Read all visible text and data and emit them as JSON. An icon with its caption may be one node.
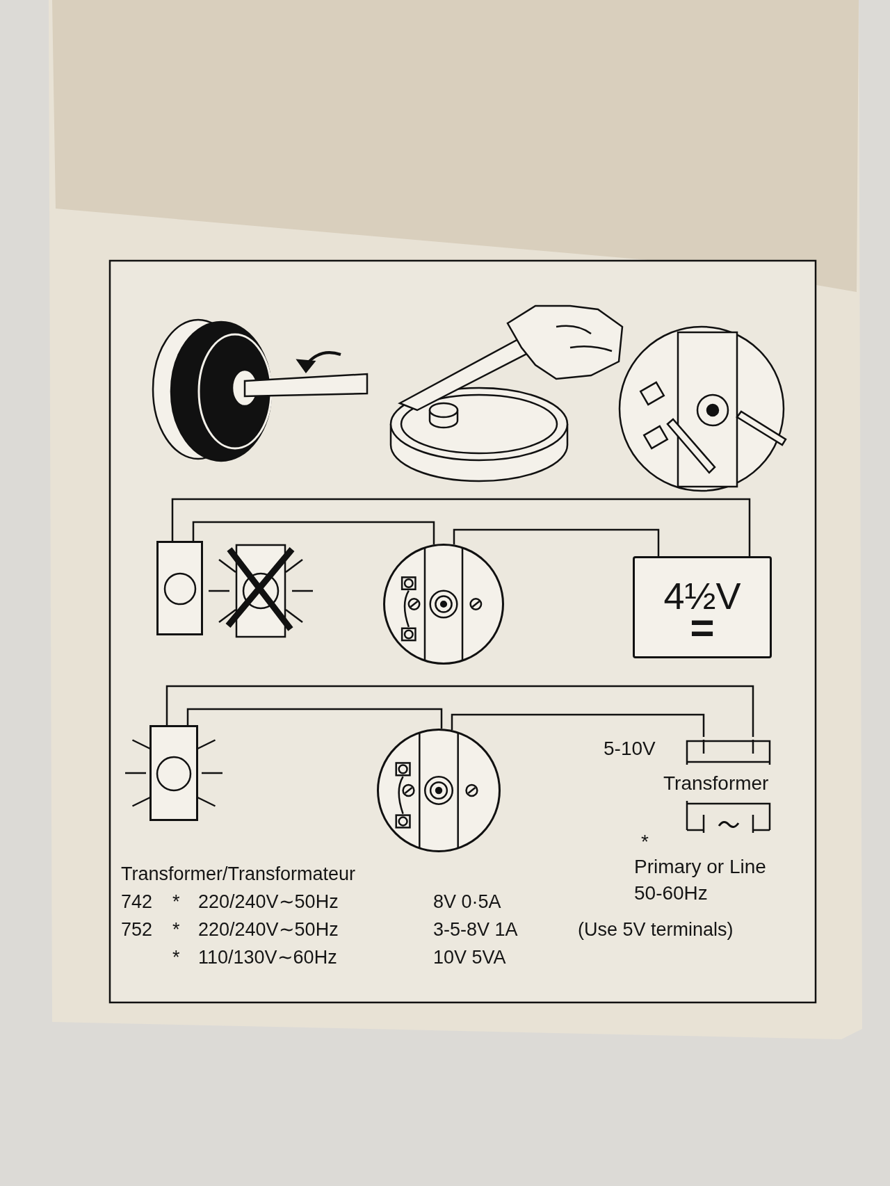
{
  "diagram": {
    "nodes": [
      {
        "text": [],
        "shape": "box"
      },
      {
        "text": [],
        "shape": "circle"
      },
      {
        "text": [
          "4½V",
          "="
        ]
      },
      {
        "text": [],
        "shape": "box"
      },
      {
        "text": [],
        "shape": "circle"
      },
      {
        "text": [
          "Transformer"
        ],
        "beside": [
          "5-10V",
          "*",
          "Primary or Line 50-60Hz"
        ]
      }
    ],
    "edges": [
      {
        "from": 0,
        "to": 2,
        "arrow": "none"
      },
      {
        "from": 0,
        "to": 1,
        "arrow": "none"
      },
      {
        "from": 1,
        "to": 2,
        "arrow": "none"
      },
      {
        "from": 3,
        "to": 5,
        "arrow": "none"
      },
      {
        "from": 3,
        "to": 4,
        "arrow": "none"
      },
      {
        "from": 4,
        "to": 5,
        "arrow": "none"
      }
    ],
    "labels": [
      "Transformer/Transformateur",
      "742",
      "*",
      "220/240V∼50Hz",
      "8V 0·5A",
      "752",
      "*",
      "220/240V∼50Hz",
      "3-5-8V 1A",
      "(Use 5V terminals)",
      "*",
      "110/130V∼60Hz",
      "10V 5VA"
    ]
  }
}
